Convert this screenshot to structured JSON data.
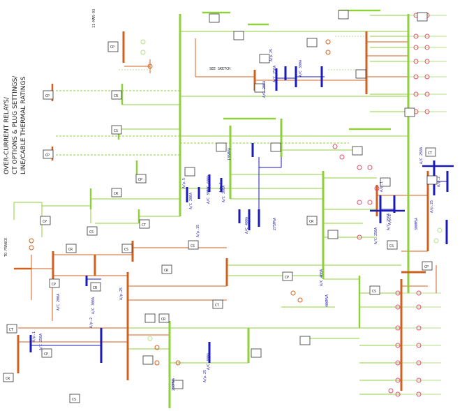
{
  "colors": {
    "green": "#8fd13a",
    "orange": "#d0601e",
    "blue": "#1a1ab8",
    "dark": "#222222",
    "pale_green": "#b4e08a"
  },
  "notes": [
    "OVER-CURRENT RELAYS/",
    "CT OPTIONS & PLUG SETTINGS/",
    "LINE/CABLE THERMAL RATINGS"
  ],
  "corner_label": "11-MAR-93",
  "side_label": "TO FRANCE",
  "sub_label": "SEE SKETCH",
  "bus_labels": [
    "CP",
    "CP",
    "CR",
    "CS",
    "CP",
    "CP",
    "CR",
    "CS",
    "CT",
    "CP",
    "CR",
    "CS",
    "CR",
    "CP",
    "CS",
    "CR",
    "CT",
    "CP",
    "CS",
    "CR",
    "CT",
    "CP",
    "CS",
    "CR",
    "CT",
    "CP",
    "CR",
    "CS"
  ],
  "relay_labels": [
    "A/C 200A",
    "A/C 300A",
    "A/C 250A",
    "A/C 600A",
    "A/C 300A",
    "A/C 400A",
    "A/C 200A",
    "A/C 300A",
    "A/C 250A",
    "A/C 150A",
    "A/C 250A",
    "A/C 400A",
    "A/C 300A",
    "A/C 200A",
    "A/C 300A",
    "A/C 250A"
  ],
  "setting_labels": [
    "A/p.25",
    "A/p.1",
    "A/p.2",
    "A/p.25",
    "A/p.5",
    "A/p.1",
    "A/p.15",
    "A/p.25",
    "A/p.2",
    "A/p.1",
    "A/p.25",
    "A/p.2"
  ],
  "cable_labels": [
    "135MVA",
    "275MVA",
    "300MVA",
    "400MVA",
    "250MVA"
  ]
}
